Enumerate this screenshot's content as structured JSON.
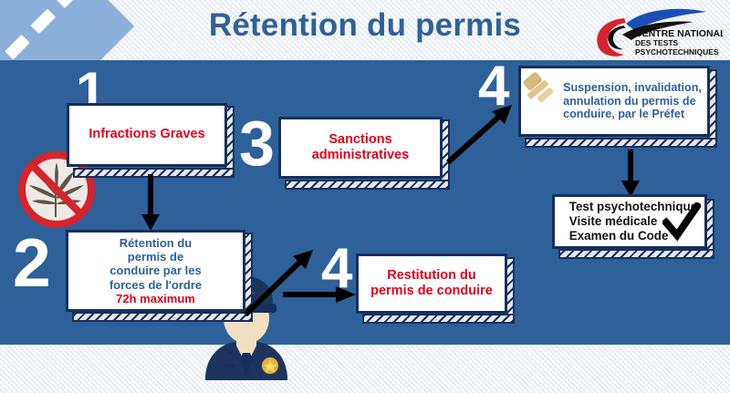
{
  "page": {
    "title": "Rétention du permis",
    "background_color": "#eef2f6",
    "panel_color": "#2e6199",
    "accent_red": "#e2001a",
    "accent_blue": "#2f6199"
  },
  "logo": {
    "line1": "CENTRE NATIONAL",
    "line2": "DES TESTS",
    "line3": "PSYCHOTECHNIQUES",
    "icon": "swoosh-logo-icon"
  },
  "steps": [
    {
      "number": "1",
      "icon": "no-cannabis-icon",
      "lines": [
        "Infractions Graves"
      ],
      "text_color": "#e2001a"
    },
    {
      "number": "2",
      "icon": "police-officer-icon",
      "lines": [
        "Rétention du",
        "permis de",
        "conduire par les",
        "forces de l'ordre"
      ],
      "highlight": "72h maximum",
      "text_color": "#2f6199",
      "highlight_color": "#e2001a"
    },
    {
      "number": "3",
      "lines": [
        "Sanctions",
        "administratives"
      ],
      "text_color": "#e2001a"
    },
    {
      "number": "4",
      "icon": "gavel-icon",
      "lines": [
        "Suspension, invalidation,",
        "annulation du permis de",
        "conduire, par le Préfet"
      ],
      "text_color": "#2f6199"
    },
    {
      "number": "4",
      "lines": [
        "Restitution du",
        "permis de conduire"
      ],
      "text_color": "#e2001a"
    }
  ],
  "requirements": {
    "icon": "check-mark-icon",
    "lines": [
      "Test psychotechnique",
      "Visite médicale",
      "Examen du Code"
    ],
    "text_color": "#111111"
  },
  "decor": {
    "road": "dashed-road-icon"
  }
}
